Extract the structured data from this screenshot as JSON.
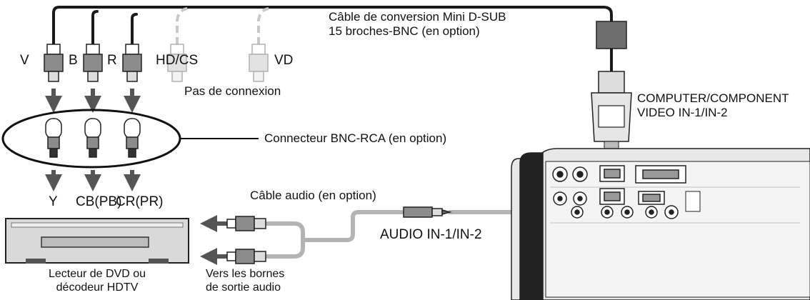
{
  "labels": {
    "cable_conversion": [
      "Câble de conversion Mini D-SUB",
      "15 broches-BNC (en option)"
    ],
    "bnc_v": "V",
    "bnc_b": "B",
    "bnc_r": "R",
    "bnc_hdcs": "HD/CS",
    "bnc_vd": "VD",
    "no_connection": "Pas de connexion",
    "computer_port": [
      "COMPUTER/COMPONENT",
      "VIDEO IN-1/IN-2"
    ],
    "bnc_rca_connector": "Connecteur BNC-RCA (en option)",
    "out_y": "Y",
    "out_cb": "CB(PB)",
    "out_cr": "CR(PR)",
    "audio_cable": "Câble audio (en option)",
    "audio_in": "AUDIO IN-1/IN-2",
    "dvd_player": [
      "Lecteur de DVD ou",
      "décodeur HDTV"
    ],
    "audio_outputs": [
      "Vers les bornes",
      "de sortie audio"
    ]
  },
  "colors": {
    "cable": "#1a1a1a",
    "audio_cable": "#b4b4b4",
    "unused_cable": "#c8c8c8",
    "arrow": "#555555",
    "device_fill": "#d9d9d9",
    "connector_fill": "#8c8c8c"
  },
  "icons": [
    "bnc-plug-icon",
    "rca-plug-icon",
    "down-arrow-icon",
    "left-arrow-icon",
    "mini-jack-icon",
    "dsub-connector-icon",
    "projector-panel-icon",
    "dvd-player-icon"
  ]
}
